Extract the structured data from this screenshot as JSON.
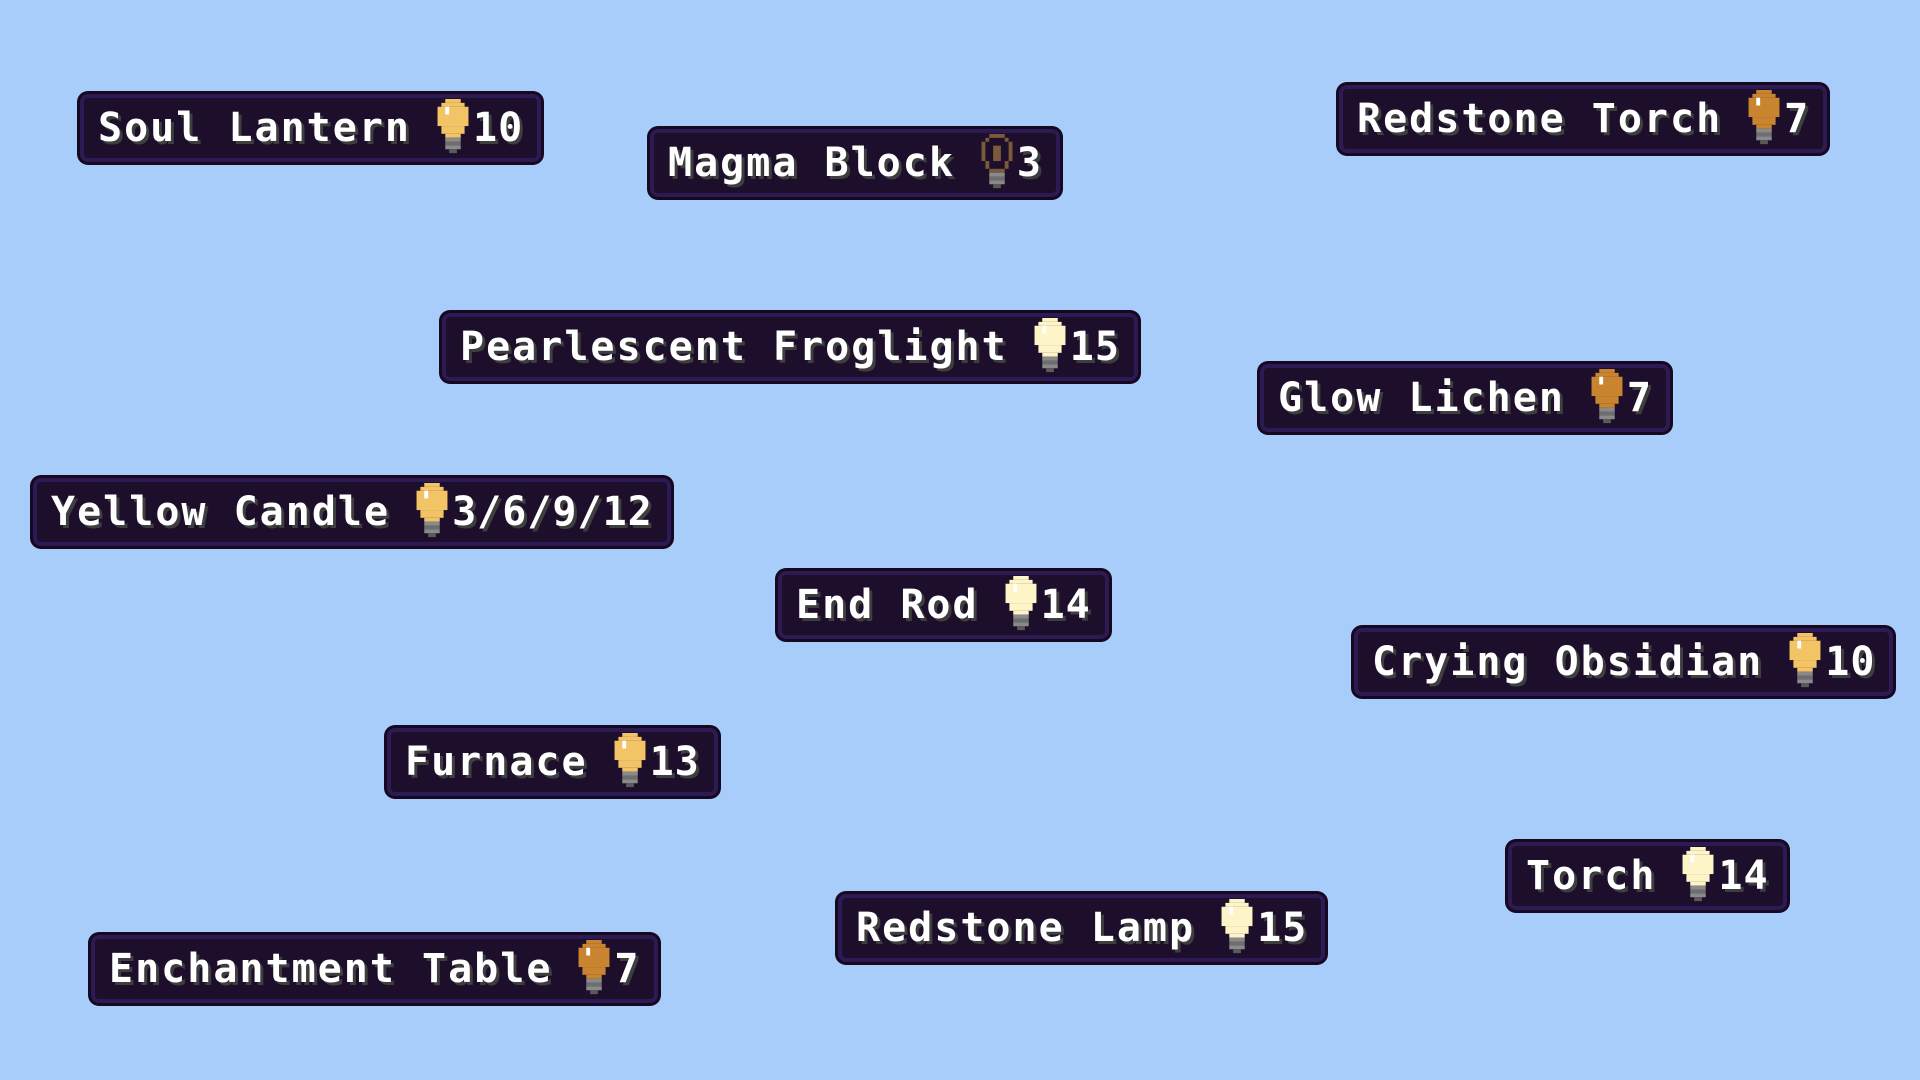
{
  "background_color": "#a8cdfa",
  "bulb_colors": {
    "bright": "#fdf4c7",
    "medium": "#f2c466",
    "dim": "#c8842e",
    "off": "#7a5a3a",
    "base": "#8a8a8a"
  },
  "tooltips": [
    {
      "id": "soul-lantern",
      "name": "Soul Lantern",
      "level": "10",
      "icon": "lightbulb-icon",
      "brightness": "medium"
    },
    {
      "id": "magma-block",
      "name": "Magma Block",
      "level": "3",
      "icon": "lightbulb-icon",
      "brightness": "off"
    },
    {
      "id": "redstone-torch",
      "name": "Redstone Torch",
      "level": "7",
      "icon": "lightbulb-icon",
      "brightness": "dim"
    },
    {
      "id": "pearlescent-froglight",
      "name": "Pearlescent Froglight",
      "level": "15",
      "icon": "lightbulb-icon",
      "brightness": "bright"
    },
    {
      "id": "glow-lichen",
      "name": "Glow Lichen",
      "level": "7",
      "icon": "lightbulb-icon",
      "brightness": "dim"
    },
    {
      "id": "yellow-candle",
      "name": "Yellow Candle",
      "level": "3/6/9/12",
      "icon": "lightbulb-icon",
      "brightness": "medium"
    },
    {
      "id": "end-rod",
      "name": "End Rod",
      "level": "14",
      "icon": "lightbulb-icon",
      "brightness": "bright"
    },
    {
      "id": "crying-obsidian",
      "name": "Crying Obsidian",
      "level": "10",
      "icon": "lightbulb-icon",
      "brightness": "medium"
    },
    {
      "id": "furnace",
      "name": "Furnace",
      "level": "13",
      "icon": "lightbulb-icon",
      "brightness": "medium"
    },
    {
      "id": "torch",
      "name": "Torch",
      "level": "14",
      "icon": "lightbulb-icon",
      "brightness": "bright"
    },
    {
      "id": "redstone-lamp",
      "name": "Redstone Lamp",
      "level": "15",
      "icon": "lightbulb-icon",
      "brightness": "bright"
    },
    {
      "id": "enchantment-table",
      "name": "Enchantment Table",
      "level": "7",
      "icon": "lightbulb-icon",
      "brightness": "dim"
    }
  ]
}
